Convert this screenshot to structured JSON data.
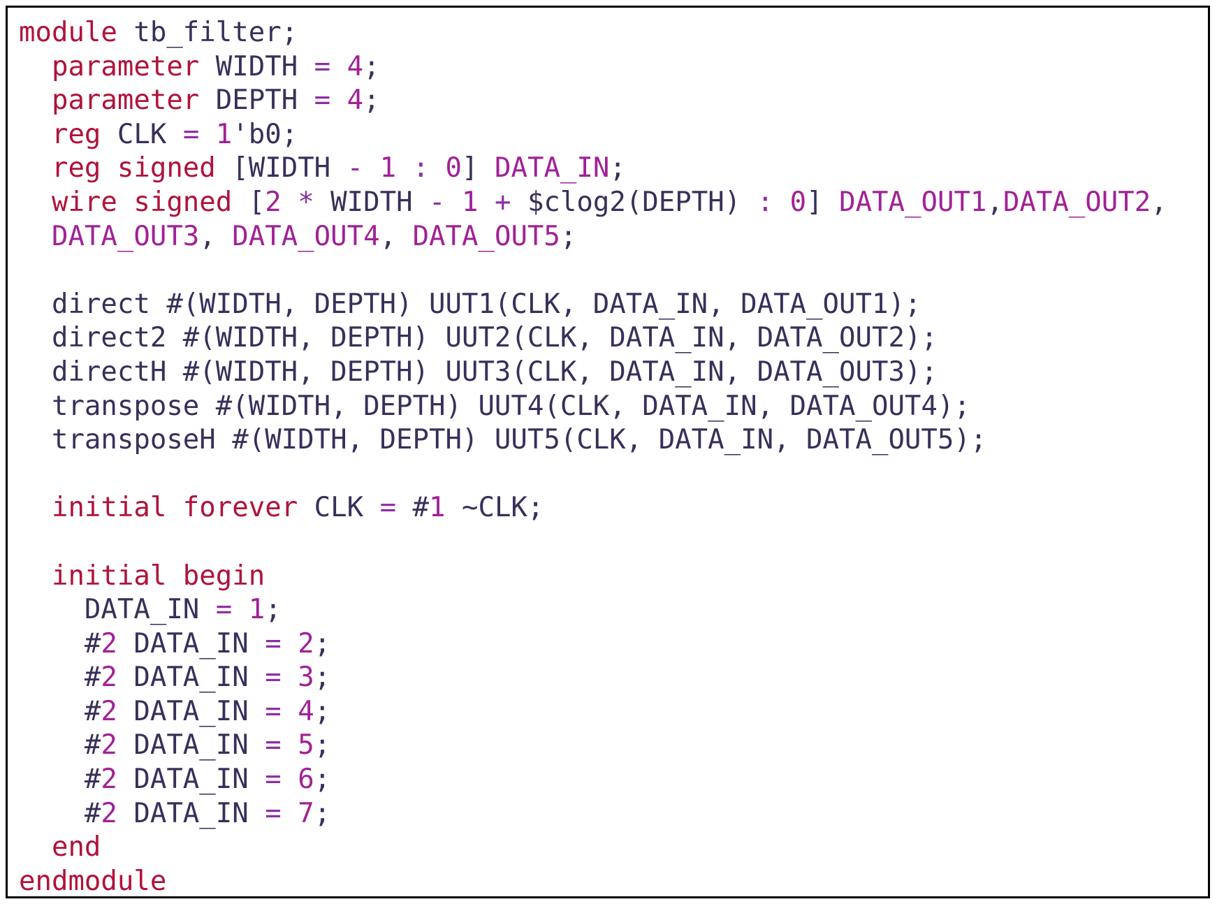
{
  "colors": {
    "keyword": "#b0133a",
    "number": "#a12196",
    "identifier": "#3a2f5a",
    "operator": "#8e2fa3",
    "border": "#000000"
  },
  "code_lines": [
    [
      [
        "k",
        "module"
      ],
      [
        "p",
        " tb_filter;"
      ]
    ],
    [
      [
        "p",
        "  "
      ],
      [
        "k",
        "parameter"
      ],
      [
        "i",
        " WIDTH "
      ],
      [
        "o",
        "="
      ],
      [
        "p",
        " "
      ],
      [
        "n",
        "4"
      ],
      [
        "p",
        ";"
      ]
    ],
    [
      [
        "p",
        "  "
      ],
      [
        "k",
        "parameter"
      ],
      [
        "i",
        " DEPTH "
      ],
      [
        "o",
        "="
      ],
      [
        "p",
        " "
      ],
      [
        "n",
        "4"
      ],
      [
        "p",
        ";"
      ]
    ],
    [
      [
        "p",
        "  "
      ],
      [
        "k",
        "reg"
      ],
      [
        "i",
        " CLK "
      ],
      [
        "o",
        "="
      ],
      [
        "p",
        " "
      ],
      [
        "n",
        "1"
      ],
      [
        "p",
        "'b0;"
      ]
    ],
    [
      [
        "p",
        "  "
      ],
      [
        "k",
        "reg signed"
      ],
      [
        "p",
        " ["
      ],
      [
        "i",
        "WIDTH "
      ],
      [
        "o",
        "-"
      ],
      [
        "p",
        " "
      ],
      [
        "n",
        "1"
      ],
      [
        "p",
        " "
      ],
      [
        "o",
        ":"
      ],
      [
        "p",
        " "
      ],
      [
        "n",
        "0"
      ],
      [
        "p",
        "] "
      ],
      [
        "n",
        "DATA_IN"
      ],
      [
        "p",
        ";"
      ]
    ],
    [
      [
        "p",
        "  "
      ],
      [
        "k",
        "wire signed"
      ],
      [
        "p",
        " ["
      ],
      [
        "n",
        "2"
      ],
      [
        "p",
        " "
      ],
      [
        "o",
        "*"
      ],
      [
        "i",
        " WIDTH "
      ],
      [
        "o",
        "-"
      ],
      [
        "p",
        " "
      ],
      [
        "n",
        "1"
      ],
      [
        "p",
        " "
      ],
      [
        "o",
        "+"
      ],
      [
        "i",
        " $clog2(DEPTH) "
      ],
      [
        "o",
        ":"
      ],
      [
        "p",
        " "
      ],
      [
        "n",
        "0"
      ],
      [
        "p",
        "] "
      ],
      [
        "n",
        "DATA_OUT1"
      ],
      [
        "p",
        ","
      ],
      [
        "n",
        "DATA_OUT2"
      ],
      [
        "p",
        ","
      ]
    ],
    [
      [
        "p",
        "  "
      ],
      [
        "n",
        "DATA_OUT3"
      ],
      [
        "p",
        ", "
      ],
      [
        "n",
        "DATA_OUT4"
      ],
      [
        "p",
        ", "
      ],
      [
        "n",
        "DATA_OUT5"
      ],
      [
        "p",
        ";"
      ]
    ],
    [],
    [
      [
        "i",
        "  direct #(WIDTH, DEPTH) UUT1(CLK, DATA_IN, DATA_OUT1);"
      ]
    ],
    [
      [
        "i",
        "  direct2 #(WIDTH, DEPTH) UUT2(CLK, DATA_IN, DATA_OUT2);"
      ]
    ],
    [
      [
        "i",
        "  directH #(WIDTH, DEPTH) UUT3(CLK, DATA_IN, DATA_OUT3);"
      ]
    ],
    [
      [
        "i",
        "  transpose #(WIDTH, DEPTH) UUT4(CLK, DATA_IN, DATA_OUT4);"
      ]
    ],
    [
      [
        "i",
        "  transposeH #(WIDTH, DEPTH) UUT5(CLK, DATA_IN, DATA_OUT5);"
      ]
    ],
    [],
    [
      [
        "p",
        "  "
      ],
      [
        "k",
        "initial forever"
      ],
      [
        "i",
        " CLK "
      ],
      [
        "o",
        "="
      ],
      [
        "p",
        " #"
      ],
      [
        "n",
        "1"
      ],
      [
        "i",
        " ~CLK;"
      ]
    ],
    [],
    [
      [
        "p",
        "  "
      ],
      [
        "k",
        "initial begin"
      ]
    ],
    [
      [
        "i",
        "    DATA_IN "
      ],
      [
        "o",
        "="
      ],
      [
        "p",
        " "
      ],
      [
        "n",
        "1"
      ],
      [
        "p",
        ";"
      ]
    ],
    [
      [
        "p",
        "    #"
      ],
      [
        "n",
        "2"
      ],
      [
        "i",
        " DATA_IN "
      ],
      [
        "o",
        "="
      ],
      [
        "p",
        " "
      ],
      [
        "n",
        "2"
      ],
      [
        "p",
        ";"
      ]
    ],
    [
      [
        "p",
        "    #"
      ],
      [
        "n",
        "2"
      ],
      [
        "i",
        " DATA_IN "
      ],
      [
        "o",
        "="
      ],
      [
        "p",
        " "
      ],
      [
        "n",
        "3"
      ],
      [
        "p",
        ";"
      ]
    ],
    [
      [
        "p",
        "    #"
      ],
      [
        "n",
        "2"
      ],
      [
        "i",
        " DATA_IN "
      ],
      [
        "o",
        "="
      ],
      [
        "p",
        " "
      ],
      [
        "n",
        "4"
      ],
      [
        "p",
        ";"
      ]
    ],
    [
      [
        "p",
        "    #"
      ],
      [
        "n",
        "2"
      ],
      [
        "i",
        " DATA_IN "
      ],
      [
        "o",
        "="
      ],
      [
        "p",
        " "
      ],
      [
        "n",
        "5"
      ],
      [
        "p",
        ";"
      ]
    ],
    [
      [
        "p",
        "    #"
      ],
      [
        "n",
        "2"
      ],
      [
        "i",
        " DATA_IN "
      ],
      [
        "o",
        "="
      ],
      [
        "p",
        " "
      ],
      [
        "n",
        "6"
      ],
      [
        "p",
        ";"
      ]
    ],
    [
      [
        "p",
        "    #"
      ],
      [
        "n",
        "2"
      ],
      [
        "i",
        " DATA_IN "
      ],
      [
        "o",
        "="
      ],
      [
        "p",
        " "
      ],
      [
        "n",
        "7"
      ],
      [
        "p",
        ";"
      ]
    ],
    [
      [
        "p",
        "  "
      ],
      [
        "k",
        "end"
      ]
    ],
    [
      [
        "k",
        "endmodule"
      ]
    ]
  ]
}
